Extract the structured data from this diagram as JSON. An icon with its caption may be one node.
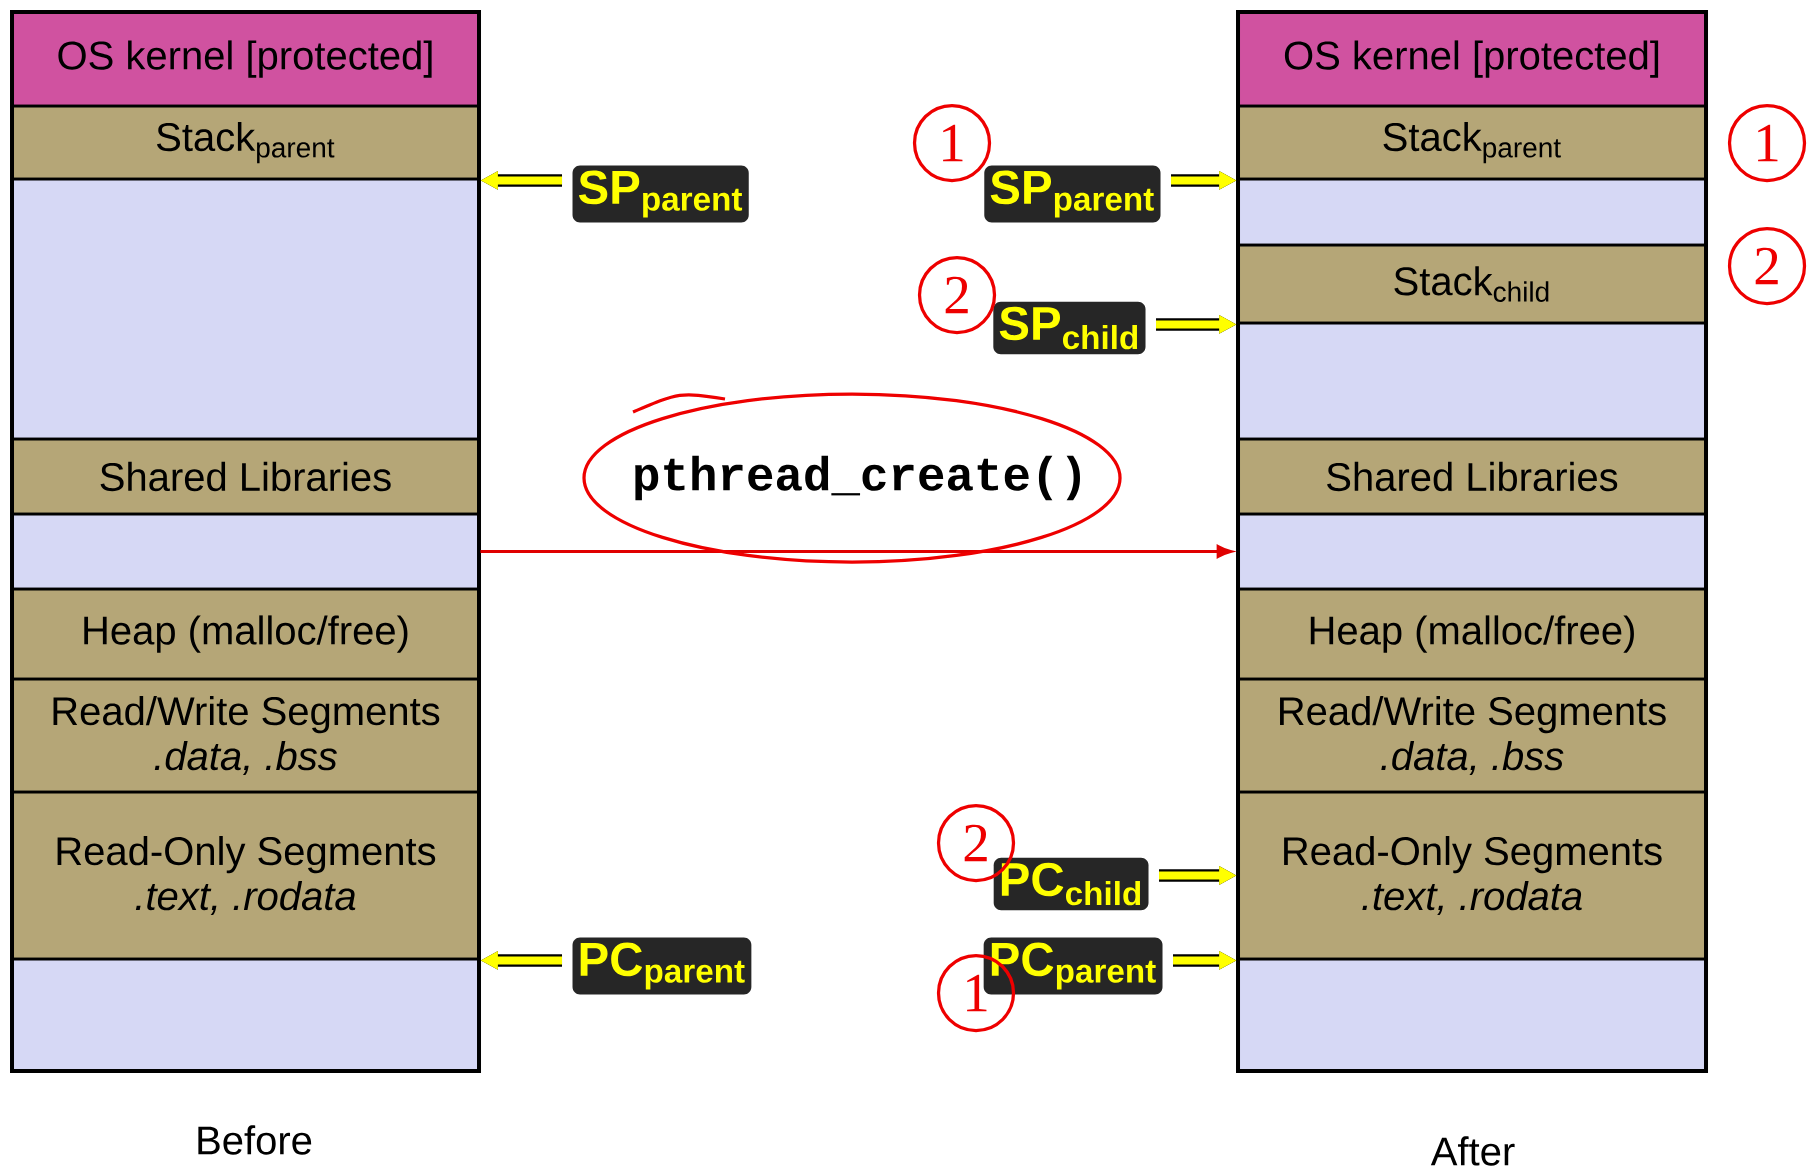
{
  "diagram": {
    "nodes": [
      {
        "text": [
          "OS kernel [protected]"
        ]
      },
      {
        "text": [
          "Stack$_{parent}$"
        ]
      },
      {
        "text": [],
        "shape": "box"
      },
      {
        "text": [
          "Shared Libraries"
        ]
      },
      {
        "text": [],
        "shape": "box"
      },
      {
        "text": [
          "Heap (malloc/free)"
        ]
      },
      {
        "text": [
          "Read/Write Segments",
          ".data, .bss"
        ]
      },
      {
        "text": [
          "Read-Only Segments",
          ".text, .rodata"
        ]
      },
      {
        "text": [],
        "shape": "box"
      },
      {
        "text": [
          "SP$_{parent}$"
        ]
      },
      {
        "text": [
          "PC$_{parent}$"
        ]
      },
      {
        "text": [
          "SP$_{parent}$"
        ]
      },
      {
        "text": [
          "SP$_{child}$"
        ]
      },
      {
        "text": [
          "PC$_{child}$"
        ]
      },
      {
        "text": [
          "PC$_{parent}$"
        ]
      },
      {
        "text": [
          "OS kernel [protected]"
        ]
      },
      {
        "text": [
          "Stack$_{parent}$"
        ]
      },
      {
        "text": [],
        "shape": "box"
      },
      {
        "text": [
          "Stack$_{child}$"
        ]
      },
      {
        "text": [],
        "shape": "box"
      },
      {
        "text": [
          "Shared Libraries"
        ]
      },
      {
        "text": [],
        "shape": "box"
      },
      {
        "text": [
          "Heap (malloc/free)"
        ]
      },
      {
        "text": [
          "Read/Write Segments",
          ".data, .bss"
        ]
      },
      {
        "text": [
          "Read-Only Segments",
          ".text, .rodata"
        ]
      },
      {
        "text": [],
        "shape": "box"
      }
    ],
    "edges": [
      {
        "from": 9,
        "to": 1,
        "arrow": "to"
      },
      {
        "from": 10,
        "to": 7,
        "arrow": "to"
      },
      {
        "from": 11,
        "to": 16,
        "arrow": "to"
      },
      {
        "from": 12,
        "to": 18,
        "arrow": "to"
      },
      {
        "from": 13,
        "to": 24,
        "arrow": "to"
      },
      {
        "from": 14,
        "to": 24,
        "arrow": "to"
      },
      {
        "from": 4,
        "to": 21,
        "arrow": "to",
        "label": "pthread_create()",
        "color": "#e00000"
      }
    ],
    "labels": [
      "1",
      "1",
      "2",
      "2",
      "2",
      "1",
      "Before",
      "After"
    ]
  }
}
